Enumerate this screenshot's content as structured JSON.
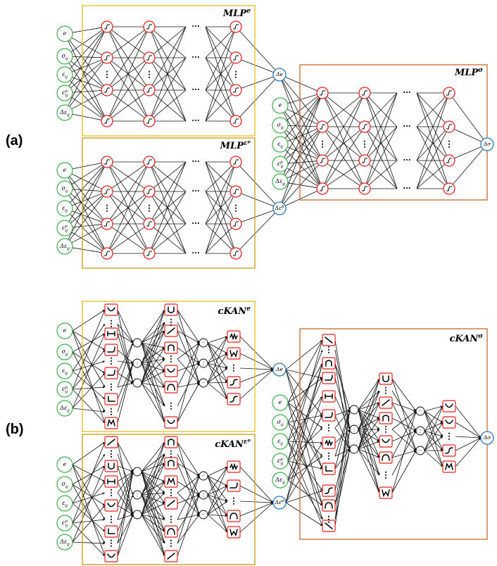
{
  "panels": {
    "a": {
      "tag": "(a)",
      "boxes": [
        {
          "id": "mlp_e",
          "title_base": "MLP",
          "title_sup": "e",
          "output_base": "Δe",
          "output_sup": ""
        },
        {
          "id": "mlp_ep",
          "title_base": "MLP",
          "title_sup": "εᵖ",
          "output_base": "Δε",
          "output_sup": "p"
        },
        {
          "id": "mlp_s",
          "title_base": "MLP",
          "title_sup": "σ",
          "output_base": "Δσ",
          "output_sup": ""
        }
      ]
    },
    "b": {
      "tag": "(b)",
      "boxes": [
        {
          "id": "ckan_e",
          "title_base": "cKAN",
          "title_sup": "e",
          "output_base": "Δe",
          "output_sup": ""
        },
        {
          "id": "ckan_ep",
          "title_base": "cKAN",
          "title_sup": "εᵖ",
          "output_base": "Δε",
          "output_sup": "p"
        },
        {
          "id": "ckan_s",
          "title_base": "cKAN",
          "title_sup": "σ",
          "output_base": "Δσ",
          "output_sup": ""
        }
      ]
    }
  },
  "inputs": [
    {
      "base": "e",
      "sub": "",
      "sup": ""
    },
    {
      "base": "σ",
      "sub": "ij",
      "sup": ""
    },
    {
      "base": "ε",
      "sub": "ij",
      "sup": ""
    },
    {
      "base": "ε",
      "sub": "ij",
      "sup": "p"
    },
    {
      "base": "Δε",
      "sub": "ij",
      "sup": ""
    }
  ],
  "symbols": {
    "ellipsis_h": "···",
    "ellipsis_v": "⋮"
  },
  "colors": {
    "mlp_box": "#e6c229",
    "mlp_box_2": "#c9a227",
    "sigma_box": "#c8743a",
    "input_ring": "#3fae49",
    "neuron_ring": "#e8211d",
    "output_ring": "#2e78c4",
    "edge": "#111111"
  },
  "icons": {
    "neuron": "sigmoid-activation-icon",
    "kan_functions": [
      "v-curve",
      "u-curve",
      "step-bump",
      "hockey-stick",
      "rising-line",
      "n-curve",
      "wave",
      "w-curve",
      "arch",
      "l-curve",
      "m-curve",
      "s-curve",
      "falling-line"
    ]
  }
}
